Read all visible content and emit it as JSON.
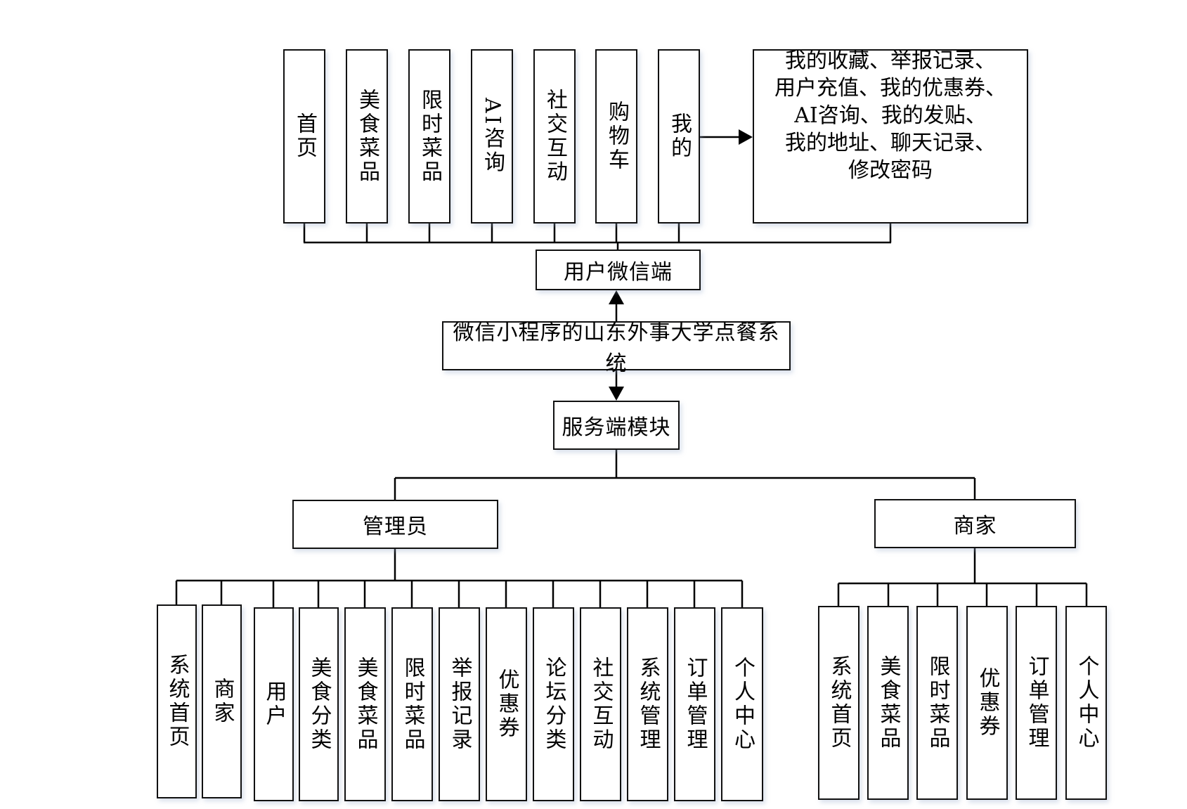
{
  "diagram": {
    "title": "微信小程序的山东外事大学点餐系统",
    "client": {
      "label": "用户微信端",
      "modules": [
        "首页",
        "美食菜品",
        "限时菜品",
        "AI咨询",
        "社交互动",
        "购物车",
        "我的"
      ],
      "my_details": "我的收藏、举报记录、\n用户充值、我的优惠券、\nAI咨询、我的发贴、\n我的地址、聊天记录、\n修改密码"
    },
    "server": {
      "label": "服务端模块",
      "admin": {
        "label": "管理员",
        "modules": [
          "系统首页",
          "商家",
          "用户",
          "美食分类",
          "美食菜品",
          "限时菜品",
          "举报记录",
          "优惠券",
          "论坛分类",
          "社交互动",
          "系统管理",
          "订单管理",
          "个人中心"
        ]
      },
      "merchant": {
        "label": "商家",
        "modules": [
          "系统首页",
          "美食菜品",
          "限时菜品",
          "优惠券",
          "订单管理",
          "个人中心"
        ]
      }
    }
  }
}
